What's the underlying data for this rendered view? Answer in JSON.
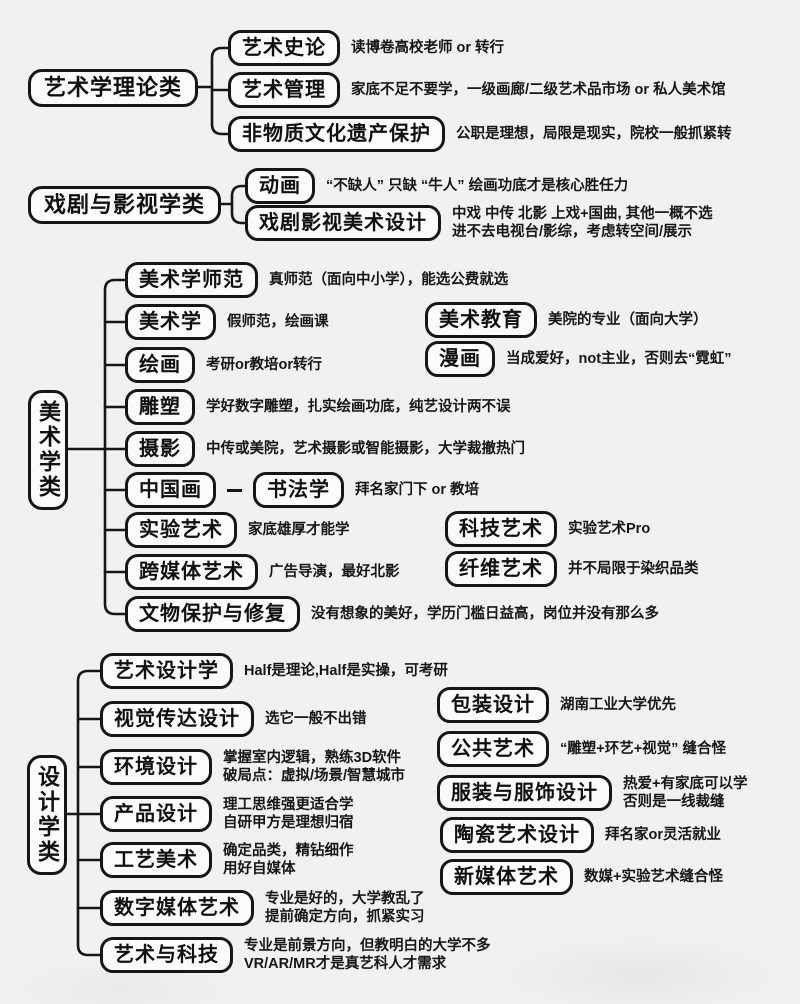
{
  "page": {
    "background_color": "#f1f1ef",
    "ink_color": "#161616",
    "description_colors": {
      "box_fill": "#fbfbfa",
      "box_border": "#161616"
    }
  },
  "sections": [
    {
      "id": "art-theory",
      "label": "艺术学理论类",
      "branches": [
        {
          "label": "艺术史论",
          "note": "读博卷高校老师 or 转行"
        },
        {
          "label": "艺术管理",
          "note": "家底不足不要学，一级画廊/二级艺术品市场 or 私人美术馆"
        },
        {
          "label": "非物质文化遗产保护",
          "note": "公职是理想，局限是现实，院校一般抓紧转"
        }
      ]
    },
    {
      "id": "drama-film",
      "label": "戏剧与影视学类",
      "branches": [
        {
          "label": "动画",
          "note": "“不缺人” 只缺 “牛人” 绘画功底才是核心胜任力"
        },
        {
          "label": "戏剧影视美术设计",
          "note": "中戏 中传 北影 上戏+国曲, 其他一概不选",
          "note2": "进不去电视台/影综，考虑转空间/展示"
        }
      ]
    },
    {
      "id": "fine-arts",
      "label": "美术学类",
      "branches": [
        {
          "label": "美术学师范",
          "note": "真师范（面向中小学），能选公费就选"
        },
        {
          "label": "美术学",
          "note": "假师范，绘画课"
        },
        {
          "label": "绘画",
          "note": "考研or教培or转行"
        },
        {
          "label": "雕塑",
          "note": "学好数字雕塑，扎实绘画功底，纯艺设计两不误"
        },
        {
          "label": "摄影",
          "note": "中传或美院，艺术摄影或智能摄影，大学裁撤热门"
        },
        {
          "label": "中国画",
          "sub_label": "书法学",
          "note": "拜名家门下 or 教培"
        },
        {
          "label": "实验艺术",
          "note": "家底雄厚才能学"
        },
        {
          "label": "跨媒体艺术",
          "note": "广告导演，最好北影"
        },
        {
          "label": "文物保护与修复",
          "note": "没有想象的美好，学历门槛日益高，岗位并没有那么多"
        }
      ],
      "floating": [
        {
          "label": "美术教育",
          "note": "美院的专业（面向大学）"
        },
        {
          "label": "漫画",
          "note": "当成爱好，not主业，否则去“霓虹”"
        },
        {
          "label": "科技艺术",
          "note": "实验艺术Pro"
        },
        {
          "label": "纤维艺术",
          "note": "并不局限于染织品类"
        }
      ]
    },
    {
      "id": "design",
      "label": "设计学类",
      "branches": [
        {
          "label": "艺术设计学",
          "note": "Half是理论,Half是实操，可考研"
        },
        {
          "label": "视觉传达设计",
          "note": "选它一般不出错"
        },
        {
          "label": "环境设计",
          "note": "掌握室内逻辑，熟练3D软件",
          "note2": "破局点：虚拟/场景/智慧城市"
        },
        {
          "label": "产品设计",
          "note": "理工思维强更适合学",
          "note2": "自研甲方是理想归宿"
        },
        {
          "label": "工艺美术",
          "note": "确定品类，精钻细作",
          "note2": "用好自媒体"
        },
        {
          "label": "数字媒体艺术",
          "note": "专业是好的，大学教乱了",
          "note2": "提前确定方向，抓紧实习"
        },
        {
          "label": "艺术与科技",
          "note": "专业是前景方向，但教明白的大学不多",
          "note2": "VR/AR/MR才是真艺科人才需求"
        }
      ],
      "floating": [
        {
          "label": "包装设计",
          "note": "湖南工业大学优先"
        },
        {
          "label": "公共艺术",
          "note": "“雕塑+环艺+视觉” 缝合怪"
        },
        {
          "label": "服装与服饰设计",
          "note": "热爱+有家底可以学",
          "note2": "否则是一线裁缝"
        },
        {
          "label": "陶瓷艺术设计",
          "note": "拜名家or灵活就业"
        },
        {
          "label": "新媒体艺术",
          "note": "数媒+实验艺术缝合怪"
        }
      ]
    }
  ]
}
